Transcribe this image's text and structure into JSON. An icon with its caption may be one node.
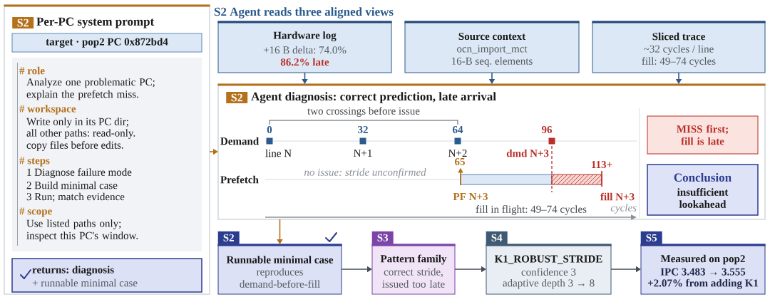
{
  "diagram": {
    "nodes": [
      {
        "text": [
          "S2",
          "Per-PC system prompt"
        ]
      },
      {
        "text": [
          "target · pop2 PC 0x872bd4"
        ],
        "in": 0
      },
      {
        "text": [
          "# role",
          "Analyze one problematic PC; explain the prefetch miss.",
          "# workspace",
          "Write only in its PC dir;",
          "all other paths: read-only.",
          "copy files before edits.",
          "# steps",
          "1 Diagnose failure mode",
          "2 Build minimal case",
          "3 Run; match evidence",
          "# scope",
          "Use listed paths only; inspect this PC's window."
        ],
        "in": 0
      },
      {
        "text": [
          "returns: diagnosis",
          "+ runnable minimal case"
        ],
        "in": 0
      },
      {
        "text": [
          "Hardware log",
          "+16 B delta: 74.0%",
          "86.2% late"
        ]
      },
      {
        "text": [
          "Source context",
          "ocn_import_mct",
          "16-B seq. elements"
        ]
      },
      {
        "text": [
          "Sliced trace",
          "~32 cycles / line",
          "fill: 49–74 cycles"
        ]
      },
      {
        "text": [
          "S2",
          "Agent diagnosis: correct prediction, late arrival"
        ]
      },
      {
        "text": [],
        "shape": "bar",
        "in": 7
      },
      {
        "text": [],
        "shape": "bar",
        "in": 7
      },
      {
        "text": [
          "MISS first; fill is late"
        ],
        "in": 7
      },
      {
        "text": [
          "Conclusion",
          "insufficient lookahead"
        ],
        "in": 7
      },
      {
        "text": [
          "S2",
          "Runnable minimal case",
          "reproduces demand-before-fill"
        ]
      },
      {
        "text": [
          "S3",
          "Pattern family",
          "correct stride, issued too late"
        ]
      },
      {
        "text": [
          "S4",
          "K1_ROBUST_STRIDE",
          "confidence 3",
          "adaptive depth 3 → 8"
        ]
      },
      {
        "text": [
          "S5",
          "Measured on pop2",
          "IPC 3.483 → 3.555",
          "+2.07% from adding K1"
        ]
      }
    ],
    "edges": [
      {
        "from": 0,
        "to": 7,
        "arrow": "to",
        "color": "#b5701b"
      },
      {
        "from": 4,
        "to": 7,
        "arrow": "to"
      },
      {
        "from": 5,
        "to": 7,
        "arrow": "to"
      },
      {
        "from": 6,
        "to": 7,
        "arrow": "to"
      },
      {
        "from": 7,
        "to": 12,
        "arrow": "to",
        "color": "#b5701b"
      },
      {
        "from": 12,
        "to": 13,
        "arrow": "to",
        "color": "#454d57"
      },
      {
        "from": 13,
        "to": 14,
        "arrow": "to",
        "color": "#454d57"
      },
      {
        "from": 14,
        "to": 15,
        "arrow": "to",
        "color": "#454d57"
      }
    ],
    "labels": [
      "S2 Agent reads three aligned views",
      "two crossings before issue",
      "0",
      "32",
      "64",
      "96",
      "Demand",
      "line N",
      "N+1",
      "N+2",
      "dmd N+3",
      "65",
      "113+",
      "Prefetch",
      "no issue: stride unconfirmed",
      "PF N+3",
      "fill N+3",
      "fill in flight: 49–74 cycles",
      "cycles"
    ]
  }
}
